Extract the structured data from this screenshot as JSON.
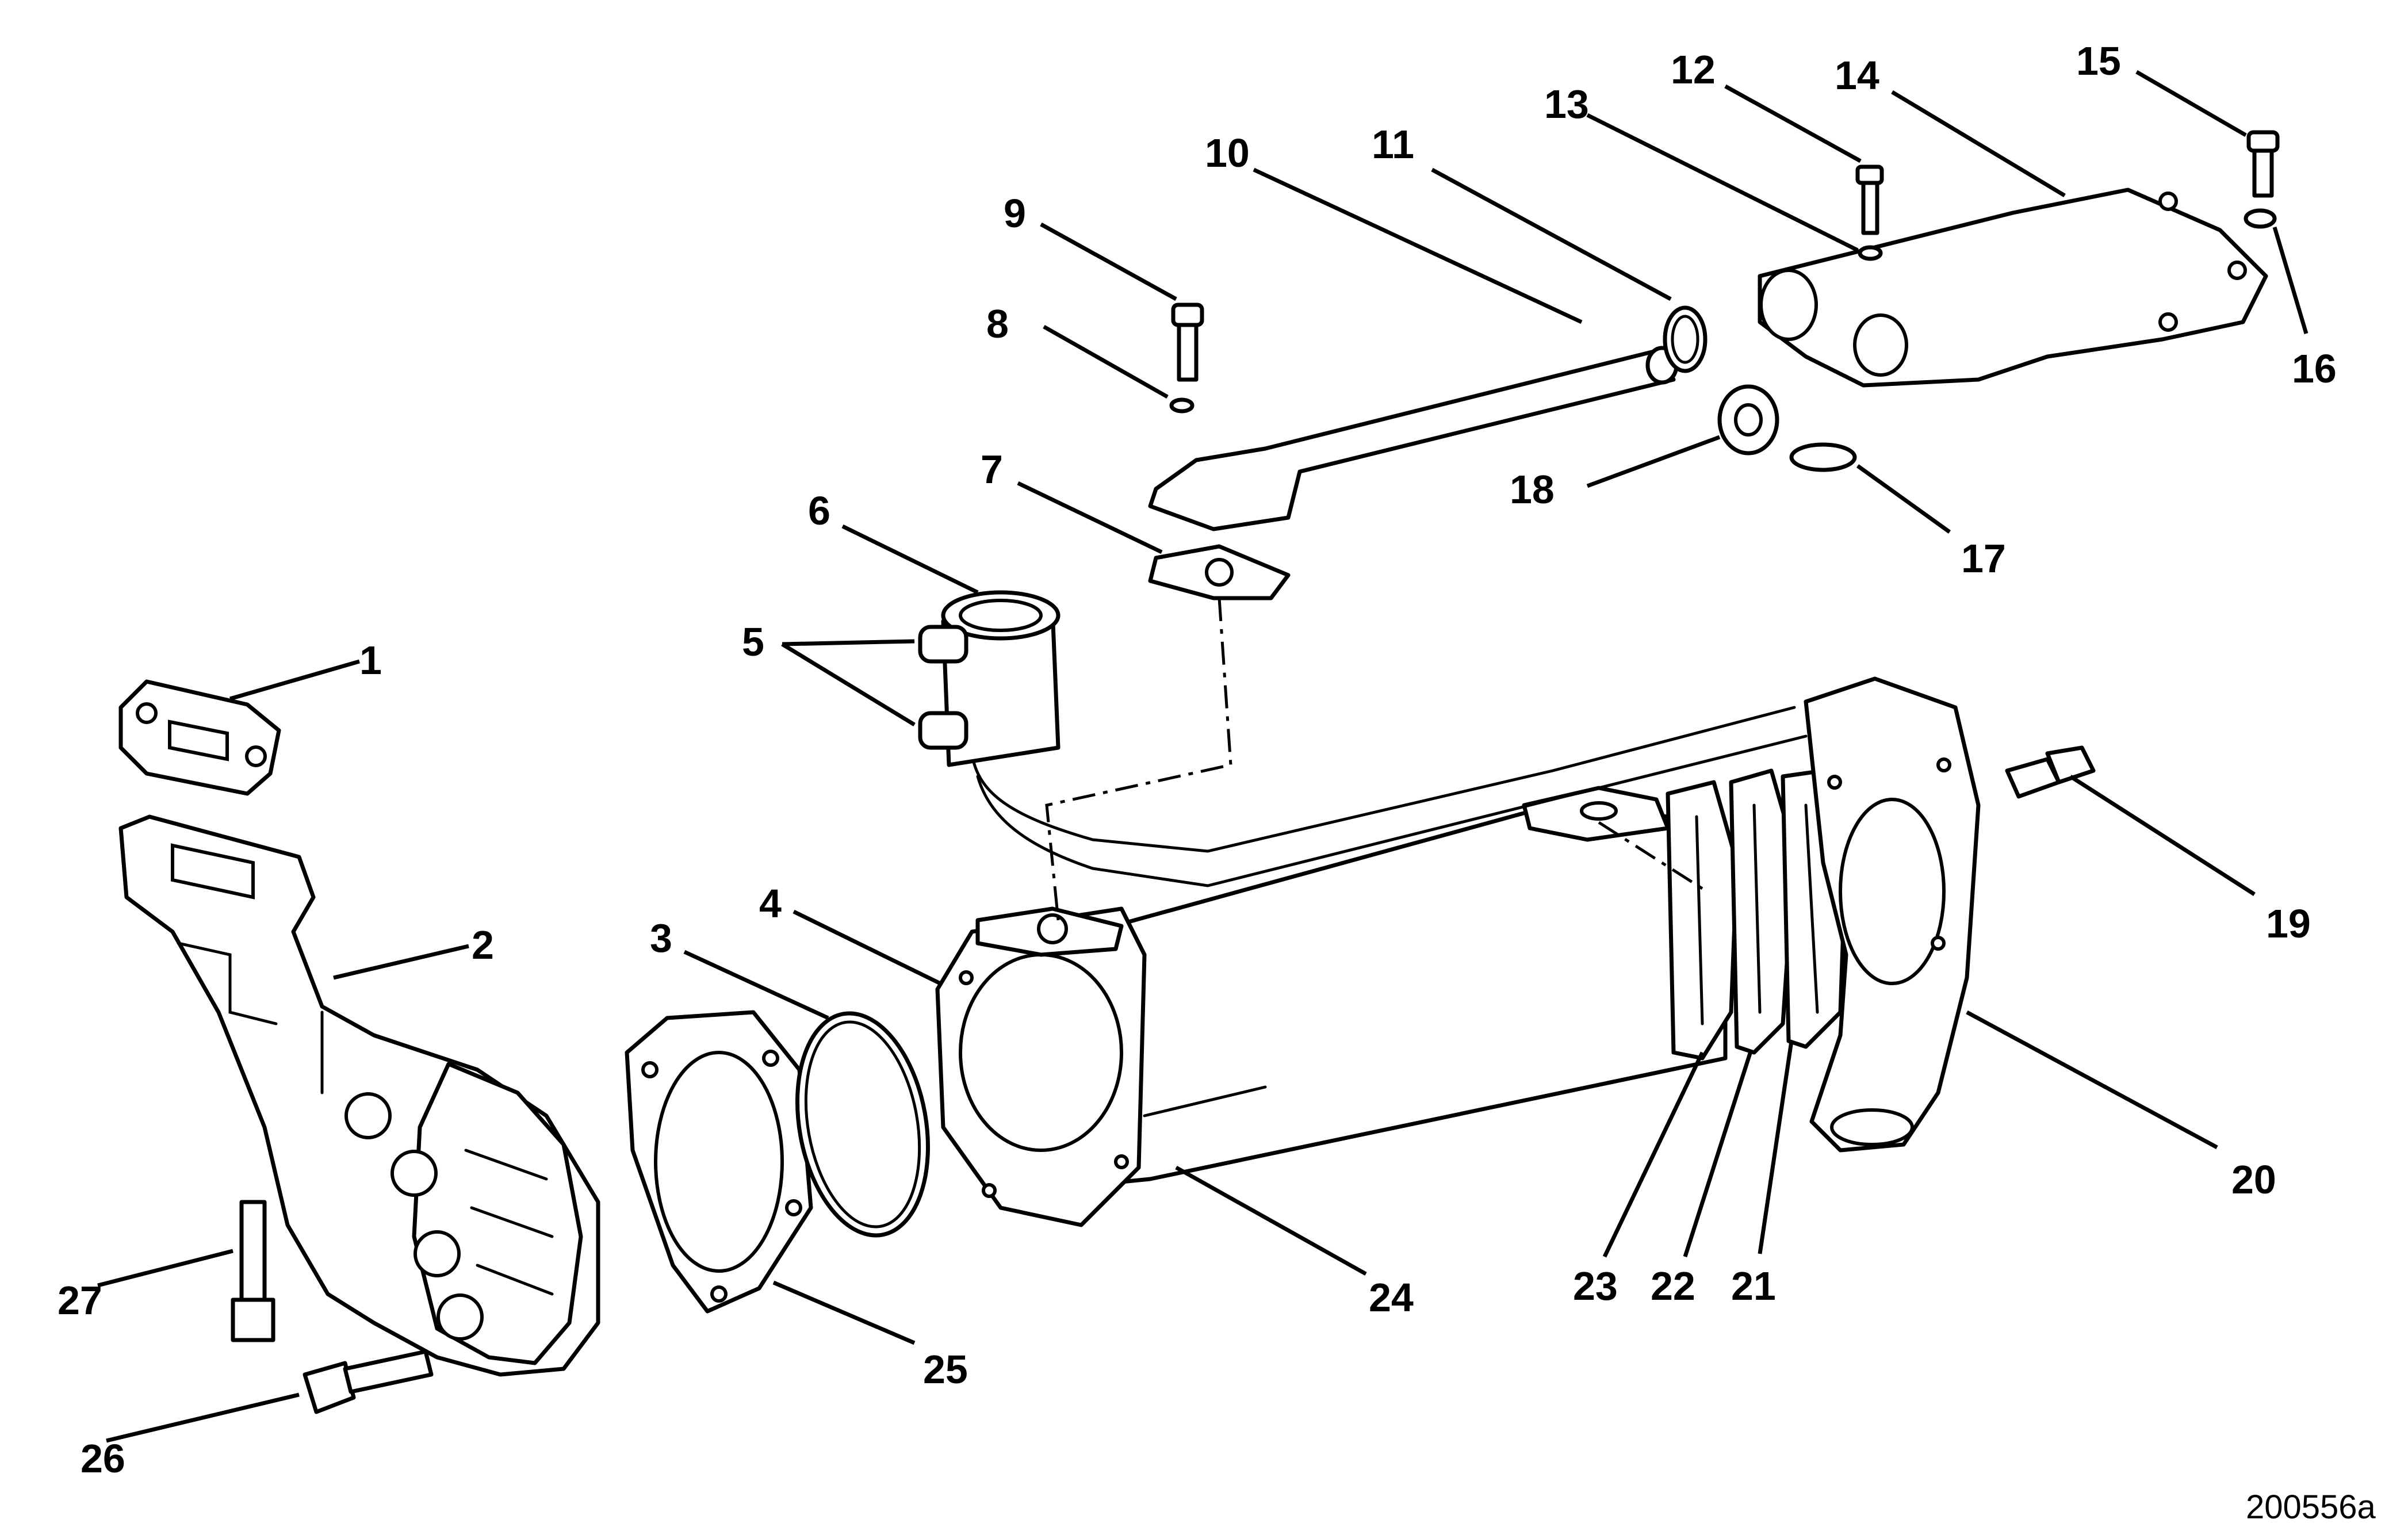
{
  "callouts": [
    "1",
    "2",
    "3",
    "4",
    "5",
    "6",
    "7",
    "8",
    "9",
    "10",
    "11",
    "12",
    "13",
    "14",
    "15",
    "16",
    "17",
    "18",
    "19",
    "20",
    "21",
    "22",
    "23",
    "24",
    "25",
    "26",
    "27"
  ],
  "figure_id": "200556a"
}
